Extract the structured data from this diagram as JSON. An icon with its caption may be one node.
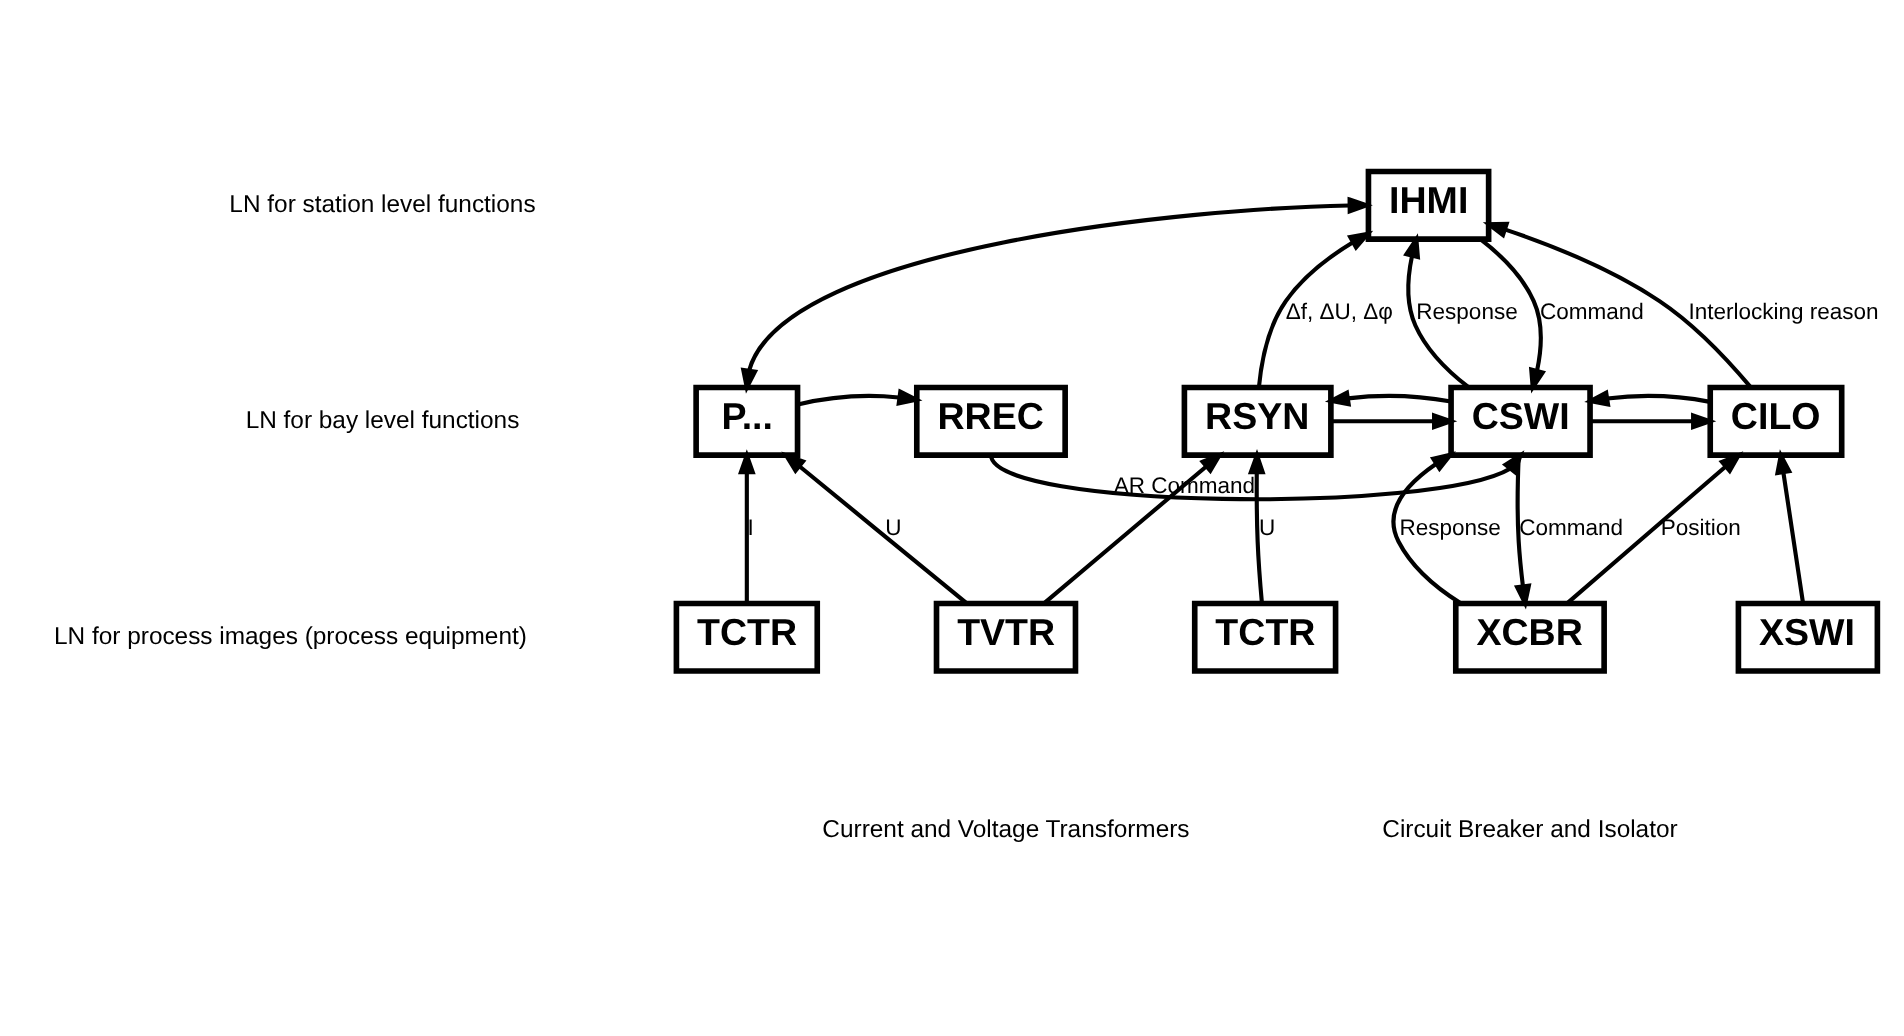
{
  "diagram": {
    "nodes": [
      {
        "text": [
          "IHMI"
        ]
      },
      {
        "text": [
          "P..."
        ]
      },
      {
        "text": [
          "RREC"
        ]
      },
      {
        "text": [
          "RSYN"
        ]
      },
      {
        "text": [
          "CSWI"
        ]
      },
      {
        "text": [
          "CILO"
        ]
      },
      {
        "text": [
          "TCTR"
        ]
      },
      {
        "text": [
          "TVTR"
        ]
      },
      {
        "text": [
          "TCTR"
        ]
      },
      {
        "text": [
          "XCBR"
        ]
      },
      {
        "text": [
          "XSWI"
        ]
      }
    ],
    "edges": [
      {
        "from": 0,
        "to": 1,
        "arrow": "both"
      },
      {
        "from": 3,
        "to": 0,
        "arrow": "to",
        "label": "Δf, ΔU, Δφ"
      },
      {
        "from": 0,
        "to": 4,
        "arrow": "to",
        "label": "Command"
      },
      {
        "from": 4,
        "to": 0,
        "arrow": "to",
        "label": "Response"
      },
      {
        "from": 5,
        "to": 0,
        "arrow": "to",
        "label": "Interlocking reason"
      },
      {
        "from": 1,
        "to": 2,
        "arrow": "to"
      },
      {
        "from": 3,
        "to": 4,
        "arrow": "to"
      },
      {
        "from": 4,
        "to": 3,
        "arrow": "to"
      },
      {
        "from": 4,
        "to": 5,
        "arrow": "to"
      },
      {
        "from": 5,
        "to": 4,
        "arrow": "to"
      },
      {
        "from": 2,
        "to": 4,
        "arrow": "to",
        "label": "AR Command"
      },
      {
        "from": 6,
        "to": 1,
        "arrow": "to",
        "label": "I"
      },
      {
        "from": 7,
        "to": 1,
        "arrow": "to",
        "label": "U"
      },
      {
        "from": 7,
        "to": 3,
        "arrow": "to"
      },
      {
        "from": 8,
        "to": 3,
        "arrow": "to",
        "label": "U"
      },
      {
        "from": 4,
        "to": 9,
        "arrow": "to",
        "label": "Command"
      },
      {
        "from": 9,
        "to": 4,
        "arrow": "to",
        "label": "Response"
      },
      {
        "from": 9,
        "to": 5,
        "arrow": "to",
        "label": "Position"
      },
      {
        "from": 10,
        "to": 5,
        "arrow": "to"
      }
    ],
    "labels": [
      "LN for station level functions",
      "LN for bay level functions",
      "LN for process images (process equipment)",
      "Current and Voltage Transformers",
      "Circuit Breaker and Isolator"
    ]
  }
}
